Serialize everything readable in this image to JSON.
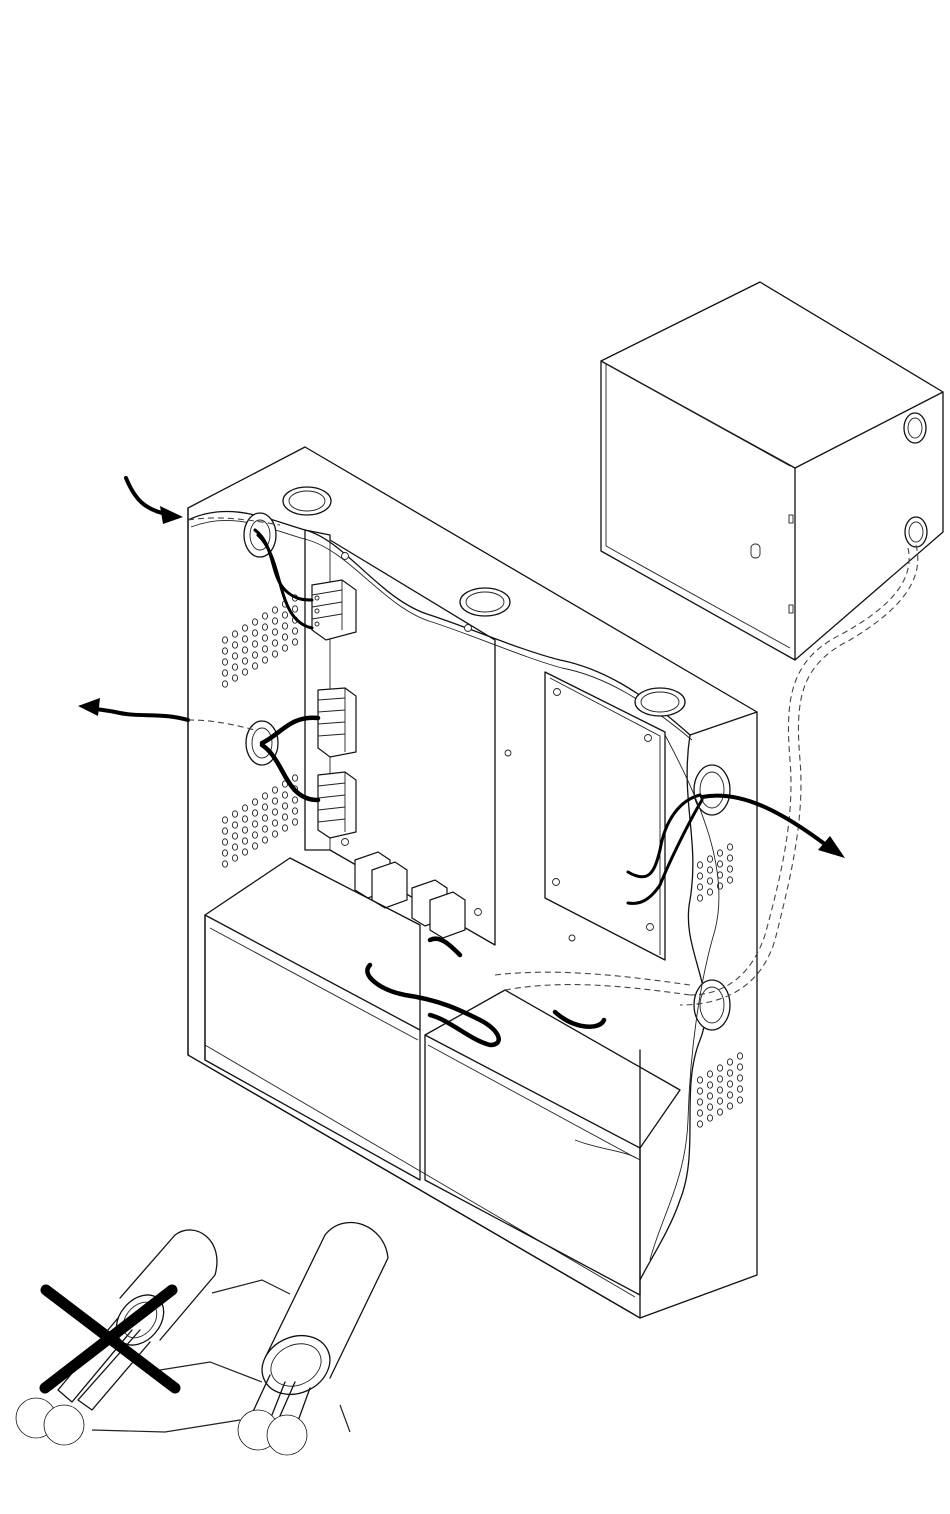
{
  "figure": {
    "type": "technical-installation-drawing",
    "labels": []
  },
  "colors": {
    "ink": "#000000",
    "background": "#ffffff"
  },
  "parts": {
    "cabinet": "enclosure-with-knockouts",
    "remote_box": "junction-box",
    "batteries": 2,
    "cable_examples": [
      "incorrect-cable-crossed-out",
      "correct-sheathed-cable"
    ]
  }
}
